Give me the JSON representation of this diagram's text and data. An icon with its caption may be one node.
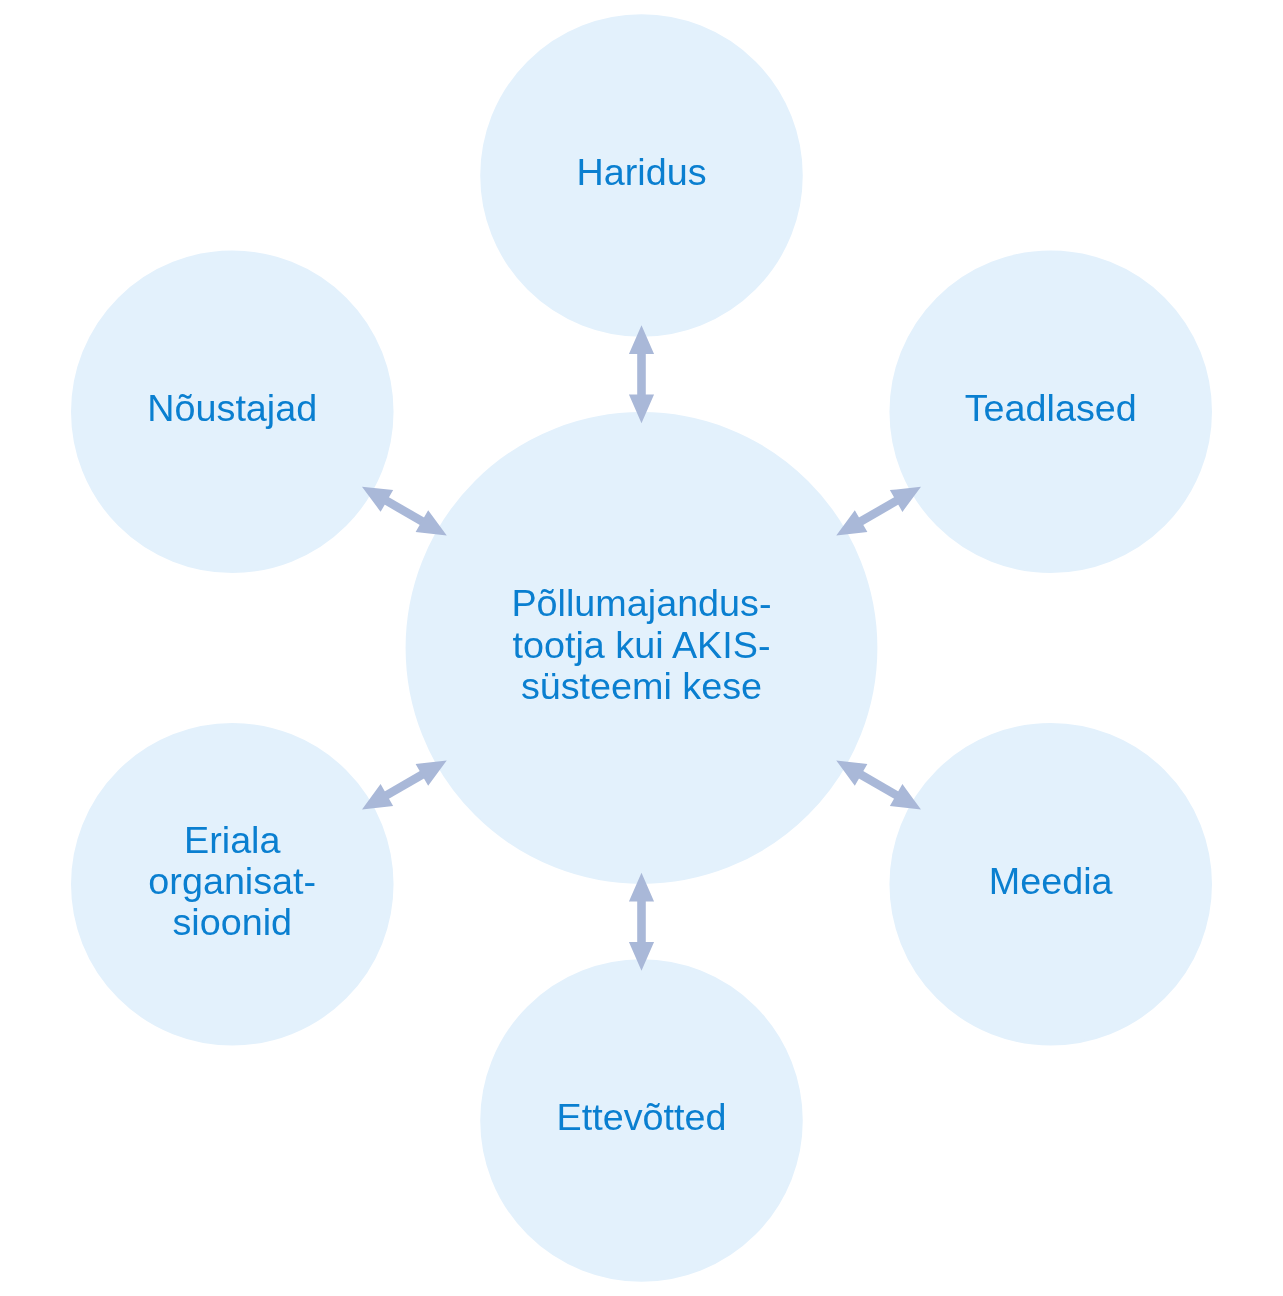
{
  "diagram": {
    "nodes": [
      {
        "text": [
          "Teadlased"
        ]
      },
      {
        "text": [
          "Haridus"
        ]
      },
      {
        "text": [
          "Nõustajad"
        ]
      },
      {
        "text": [
          "Põllumajandus- tootja kui AKIS- süsteemi kese"
        ]
      },
      {
        "text": [
          "Eriala organisat- sioonid"
        ]
      },
      {
        "text": [
          "Ettevõtted"
        ]
      },
      {
        "text": [
          "Meedia"
        ]
      }
    ],
    "edges": [
      {
        "from": 3,
        "to": 0,
        "arrow": "both"
      },
      {
        "from": 3,
        "to": 2,
        "arrow": "both"
      },
      {
        "from": 3,
        "to": 5,
        "arrow": "both"
      },
      {
        "from": 3,
        "to": 6,
        "arrow": "both"
      },
      {
        "from": 3,
        "to": 4,
        "arrow": "both"
      },
      {
        "from": 3,
        "to": 1,
        "arrow": "both"
      }
    ]
  }
}
